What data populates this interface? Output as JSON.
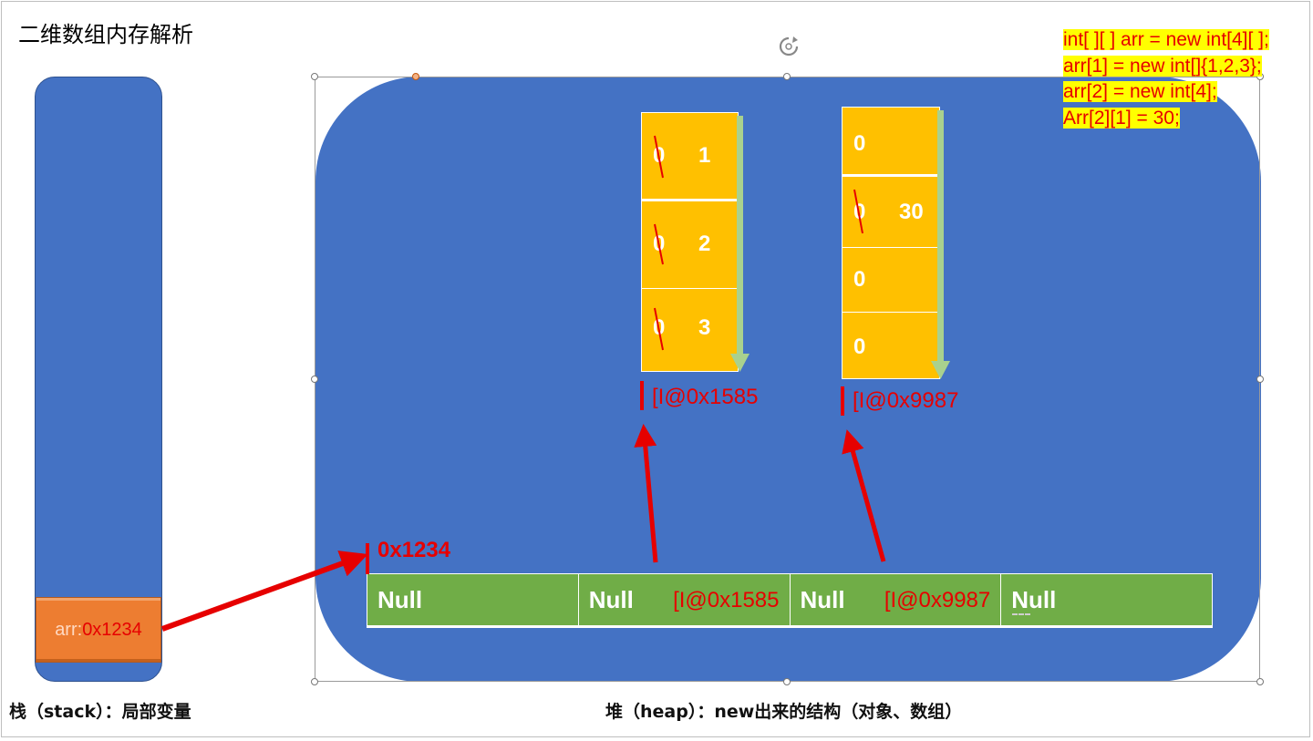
{
  "title": "二维数组内存解析",
  "stack": {
    "caption": "栈（stack）：局部变量",
    "var_name": "arr:",
    "var_value": "0x1234"
  },
  "heap": {
    "caption": "堆（heap）：new出来的结构（对象、数组）",
    "outer_array_address": "0x1234",
    "outer_array": [
      {
        "value": "Null",
        "reference": ""
      },
      {
        "value": "Null",
        "reference": "[I@0x1585"
      },
      {
        "value": "Null",
        "reference": "[I@0x9987"
      },
      {
        "value": "Null",
        "reference": ""
      }
    ],
    "inner_array_1": {
      "address": "[I@0x1585",
      "slots": [
        {
          "old": "0",
          "new": "1"
        },
        {
          "old": "0",
          "new": "2"
        },
        {
          "old": "0",
          "new": "3"
        }
      ]
    },
    "inner_array_2": {
      "address": "[I@0x9987",
      "slots": [
        {
          "old": "0",
          "new": ""
        },
        {
          "old": "0",
          "new": "30"
        },
        {
          "old": "0",
          "new": ""
        },
        {
          "old": "0",
          "new": ""
        }
      ]
    }
  },
  "code": [
    "int[ ][ ] arr = new int[4][ ];",
    "arr[1] = new int[]{1,2,3};",
    "arr[2] = new int[4];",
    "Arr[2][1] = 30;"
  ],
  "colors": {
    "container_blue": "#4472c4",
    "stack_var_orange": "#ed7d31",
    "outer_array_green": "#70ad47",
    "inner_array_yellow": "#ffc000",
    "arrow_red": "#e60000",
    "code_highlight": "#ffff00"
  }
}
